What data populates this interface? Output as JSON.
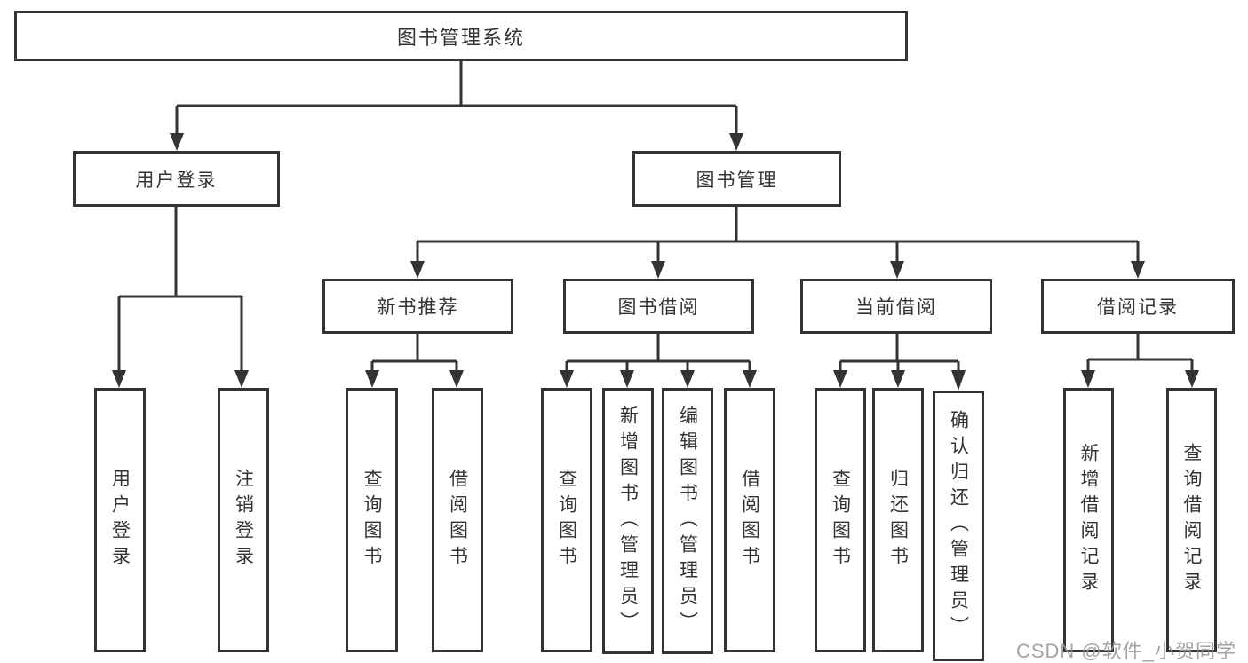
{
  "diagram": {
    "title": "图书管理系统",
    "type": "hierarchy-tree",
    "tree": {
      "label": "图书管理系统",
      "children": [
        {
          "label": "用户登录",
          "children": [
            {
              "label": "用户登录"
            },
            {
              "label": "注销登录"
            }
          ]
        },
        {
          "label": "图书管理",
          "children": [
            {
              "label": "新书推荐",
              "children": [
                {
                  "label": "查询图书"
                },
                {
                  "label": "借阅图书"
                }
              ]
            },
            {
              "label": "图书借阅",
              "children": [
                {
                  "label": "查询图书"
                },
                {
                  "label": "新增图书（管理员）"
                },
                {
                  "label": "编辑图书（管理员）"
                },
                {
                  "label": "借阅图书"
                }
              ]
            },
            {
              "label": "当前借阅",
              "children": [
                {
                  "label": "查询图书"
                },
                {
                  "label": "归还图书"
                },
                {
                  "label": "确认归还（管理员）"
                }
              ]
            },
            {
              "label": "借阅记录",
              "children": [
                {
                  "label": "新增借阅记录"
                },
                {
                  "label": "查询借阅记录"
                }
              ]
            }
          ]
        }
      ]
    }
  },
  "watermark": {
    "text": "CSDN @软件_小贺同学"
  },
  "colors": {
    "line": "#333333",
    "text": "#333333",
    "background": "#ffffff",
    "watermark": "#9a9a9a"
  }
}
